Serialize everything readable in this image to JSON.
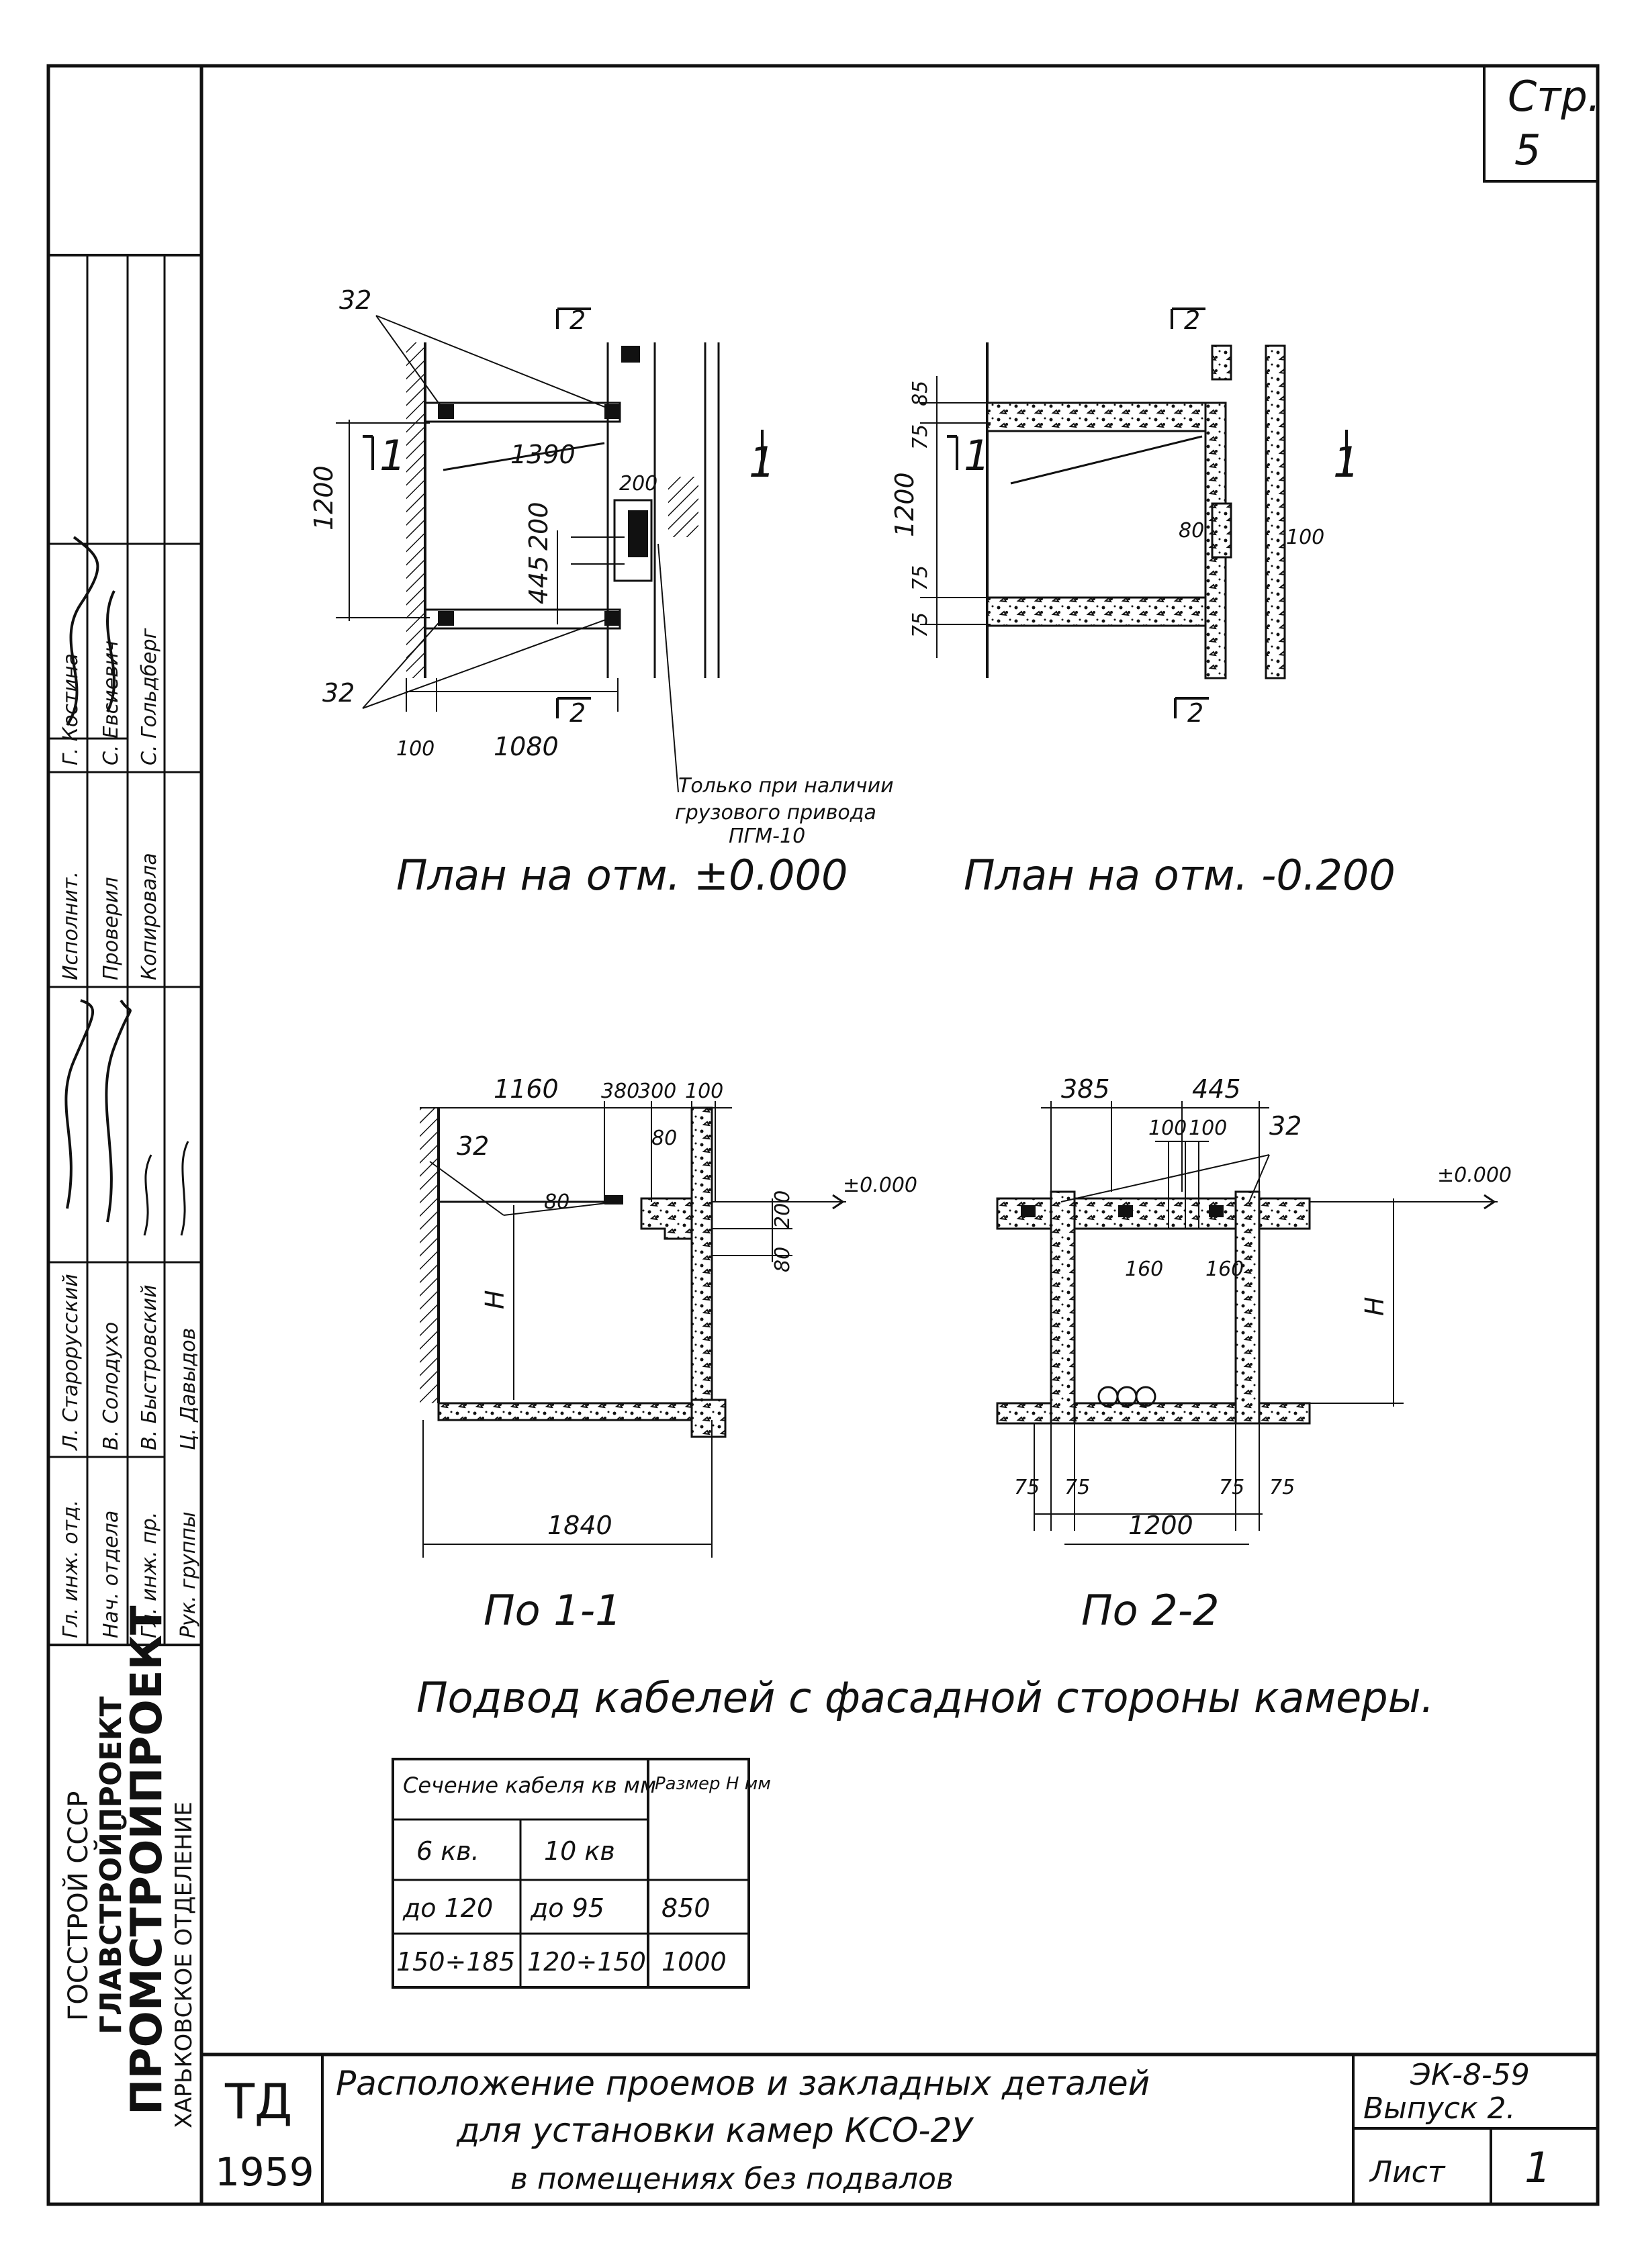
{
  "corner": {
    "label": "Стр.",
    "number": "5"
  },
  "plan_top_left": {
    "title": "План на отм. ±0.000",
    "dims": {
      "d1": "32",
      "d2": "1390",
      "d3": "1200",
      "d4": "200",
      "d5": "200",
      "d6": "445",
      "d7": "32",
      "d8": "100",
      "d9": "1080"
    },
    "section_marks": [
      "2",
      "2",
      "1",
      "1"
    ],
    "note": [
      "Только при наличии",
      "грузового привода",
      "ПГМ-10"
    ]
  },
  "plan_top_right": {
    "title": "План на отм. -0.200",
    "dims": {
      "d1": "85",
      "d2": "75",
      "d3": "1200",
      "d4": "80",
      "d5": "100",
      "d6": "75",
      "d7": "75"
    },
    "section_marks": [
      "2",
      "2",
      "1",
      "1"
    ]
  },
  "section_1_1": {
    "title": "По 1-1",
    "dims": {
      "d1": "1160",
      "d2": "380",
      "d3": "300",
      "d4": "100",
      "d5": "32",
      "d6": "80",
      "d7": "80",
      "d8": "200",
      "d9": "80",
      "level": "±0.000",
      "h": "H",
      "bottom": "1840"
    }
  },
  "section_2_2": {
    "title": "По 2-2",
    "dims": {
      "d1": "385",
      "d2": "445",
      "d3": "100",
      "d4": "100",
      "d5": "32",
      "d6": "160",
      "d7": "160",
      "level": "±0.000",
      "h": "H",
      "b1": "75",
      "b2": "75",
      "b3": "75",
      "b4": "75",
      "bottom": "1200"
    }
  },
  "caption": "Подвод кабелей с фасадной стороны камеры.",
  "table": {
    "header_main": "Сечение кабеля кв мм",
    "header_h": "Размер H мм",
    "col1": "6 кв.",
    "col2": "10 кв",
    "rows": [
      [
        "до 120",
        "до 95",
        "850"
      ],
      [
        "150÷185",
        "120÷150",
        "1000"
      ]
    ]
  },
  "stamp": {
    "org_lines": [
      "ГОССТРОЙ СССР",
      "ГЛАВСТРОЙПРОЕКТ",
      "ПРОМСТРОЙПРОЕКТ",
      "ХАРЬКОВСКОЕ ОТДЕЛЕНИЕ"
    ],
    "roles": [
      "Гл. инж. отд.",
      "Нач. отдела",
      "Гл. инж. пр.",
      "Рук. группы"
    ],
    "names": [
      "Л. Старорусский",
      "В. Солодухо",
      "В. Быстровский",
      "Ц. Давыдов"
    ],
    "roles2": [
      "Исполнит.",
      "Проверил",
      "Копировала"
    ],
    "names2": [
      "Г. Костина",
      "С. Евсиевич",
      "С. Гольдберг"
    ],
    "td": "ТД",
    "year": "1959",
    "title_lines": [
      "Расположение проемов и закладных деталей",
      "для установки камер КСО-2У",
      "в помещениях без подвалов"
    ],
    "code": "ЭК-8-59",
    "issue": "Выпуск 2.",
    "sheet_label": "Лист",
    "sheet_no": "1"
  }
}
